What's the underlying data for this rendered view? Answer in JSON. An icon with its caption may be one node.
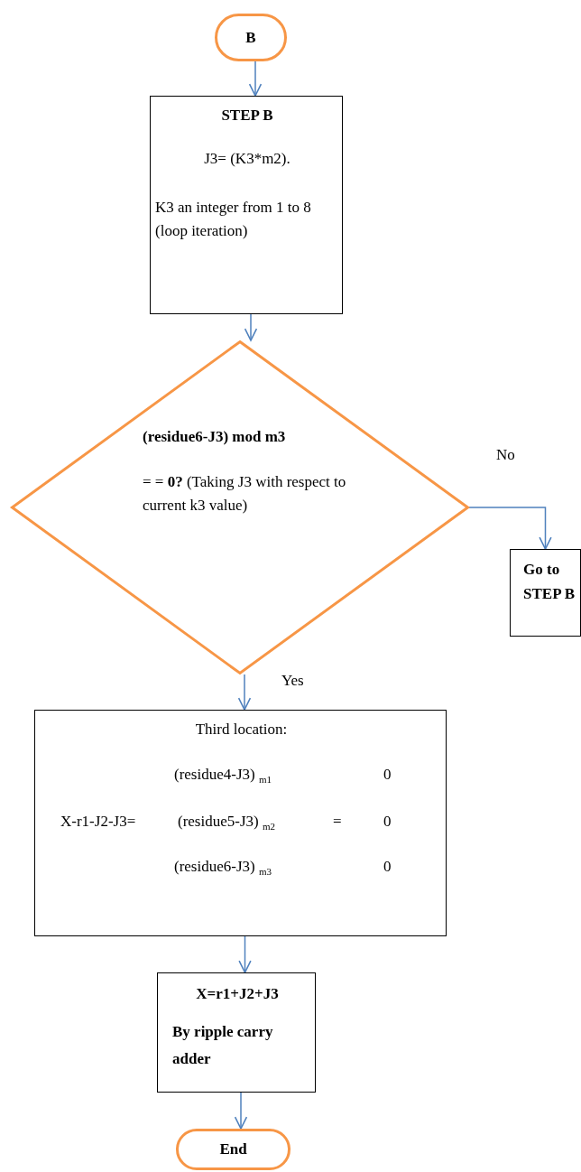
{
  "diagram": {
    "nodes": [
      {
        "text": [
          "B"
        ]
      },
      {
        "text": [
          "STEP B",
          "J3= (K3*m2).",
          "K3 an integer from 1 to 8 (loop iteration)"
        ]
      },
      {
        "text": [
          "(residue6-J3) mod m3",
          "= = **0?** (Taking J3 with respect to current k3 value)"
        ]
      },
      {
        "text": [
          "Go to STEP B"
        ]
      },
      {
        "text": [
          "Third location:",
          "(residue4-J3) $_{m1}$",
          "0",
          "X-r1-J2-J3=",
          "(residue5-J3) $_{m2}$",
          "=",
          "0",
          "(residue6-J3) $_{m3}$",
          "0"
        ]
      },
      {
        "text": [
          "X=r1+J2+J3",
          "By ripple carry adder"
        ]
      },
      {
        "text": [
          "End"
        ]
      }
    ],
    "edges": [
      {
        "from": 0,
        "to": 1,
        "arrow": "to"
      },
      {
        "from": 1,
        "to": 2,
        "arrow": "to"
      },
      {
        "from": 2,
        "to": 3,
        "arrow": "to",
        "label": "No"
      },
      {
        "from": 2,
        "to": 4,
        "arrow": "to",
        "label": "Yes"
      },
      {
        "from": 4,
        "to": 5,
        "arrow": "to"
      },
      {
        "from": 5,
        "to": 6,
        "arrow": "to"
      }
    ]
  }
}
